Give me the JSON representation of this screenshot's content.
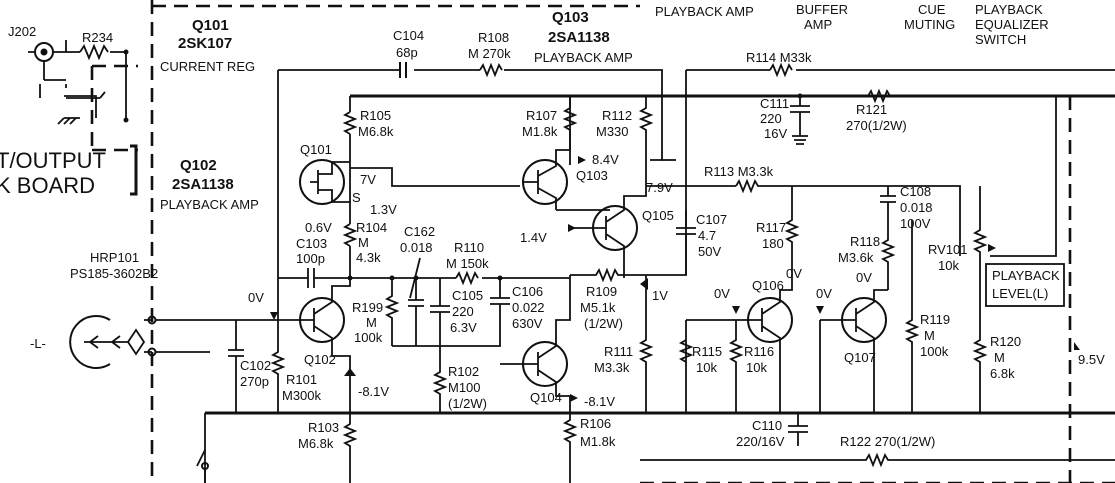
{
  "header": {
    "playback_amp_a": "PLAYBACK AMP",
    "buffer_amp": [
      "BUFFER",
      "AMP"
    ],
    "cue_muting": [
      "CUE",
      "MUTING"
    ],
    "playback_eq_switch": [
      "PLAYBACK",
      "EQUALIZER",
      "SWITCH"
    ]
  },
  "board": {
    "line1": "T/OUTPUT",
    "line2": "K BOARD"
  },
  "connectors": {
    "j202": "J202",
    "r234": "R234",
    "hrp101_name": "HRP101",
    "hrp101_part": "PS185-3602B2",
    "channel": "-L-"
  },
  "transistors": {
    "q101": {
      "name": "Q101",
      "part": "2SK107",
      "role": "CURRENT REG"
    },
    "q102": {
      "name": "Q102",
      "part": "2SA1138",
      "role": "PLAYBACK AMP"
    },
    "q103": {
      "name": "Q103",
      "part": "2SA1138",
      "role": "PLAYBACK AMP"
    },
    "q104": "Q104",
    "q105": "Q105",
    "q106": "Q106",
    "q107": "Q107",
    "q101_label": "Q101",
    "q102_label": "Q102",
    "q103_label": "Q103"
  },
  "parts": {
    "c104": [
      "C104",
      "68p"
    ],
    "r108": [
      "R108",
      "M 270k"
    ],
    "r114": "R114  M33k",
    "r105": [
      "R105",
      "M6.8k"
    ],
    "r107": [
      "R107",
      "M1.8k"
    ],
    "r112": [
      "R112",
      "M330"
    ],
    "c111": [
      "C111",
      "220",
      "16V"
    ],
    "r121": [
      "R121",
      "270(1/2W)"
    ],
    "r113": "R113  M3.3k",
    "c108": [
      "C108",
      "0.018",
      "100V"
    ],
    "r104": [
      "R104",
      "M",
      "4.3k"
    ],
    "c103": [
      "C103",
      "100p"
    ],
    "c162": [
      "C162",
      "0.018"
    ],
    "r110": [
      "R110",
      "M 150k"
    ],
    "c106": [
      "C106",
      "0.022",
      "630V"
    ],
    "c107": [
      "C107",
      "4.7",
      "50V"
    ],
    "r117": [
      "R117",
      "180"
    ],
    "r118": [
      "R118",
      "M3.6k"
    ],
    "rv101": [
      "RV101",
      "10k"
    ],
    "playback_level": [
      "PLAYBACK",
      "LEVEL(L)"
    ],
    "r199": [
      "R199",
      "M",
      "100k"
    ],
    "c105": [
      "C105",
      "220",
      "6.3V"
    ],
    "r109": [
      "R109",
      "M5.1k",
      "(1/2W)"
    ],
    "r115": [
      "R115",
      "10k"
    ],
    "r116": [
      "R116",
      "10k"
    ],
    "r119": [
      "R119",
      "M",
      "100k"
    ],
    "r120": [
      "R120",
      "M",
      "6.8k"
    ],
    "c102": [
      "C102",
      "270p"
    ],
    "r101": [
      "R101",
      "M300k"
    ],
    "r102": [
      "R102",
      "M100",
      "(1/2W)"
    ],
    "r111": [
      "R111",
      "M3.3k"
    ],
    "r103": [
      "R103",
      "M6.8k"
    ],
    "r106": [
      "R106",
      "M1.8k"
    ],
    "c110": [
      "C110",
      "220/16V"
    ],
    "r122": "R122  270(1/2W)"
  },
  "voltages": {
    "v_7": "7V",
    "v_1_3": "1.3V",
    "v_0_6": "0.6V",
    "v_s": "S",
    "v_8_4": "8.4V",
    "v_7_9": "7.9V",
    "v_1_4": "1.4V",
    "v_1": "1V",
    "v_0_left": "0V",
    "v_m8_1_a": "-8.1V",
    "v_m8_1_b": "-8.1V",
    "v_0_q106": "0V",
    "v_0_q106b": "0V",
    "v_0_q107": "0V",
    "v_0_q107b": "0V",
    "v_9_5": "9.5V"
  }
}
